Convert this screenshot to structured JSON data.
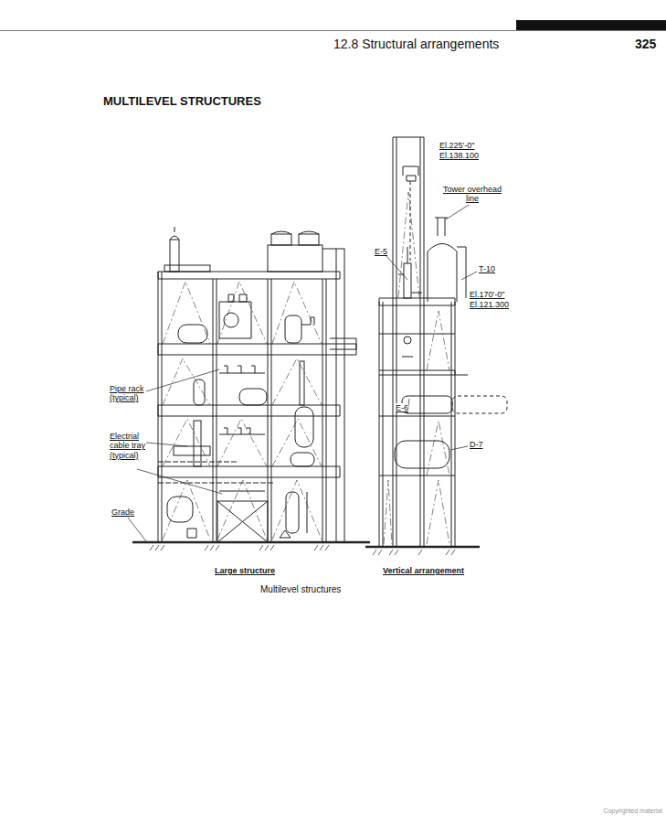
{
  "diagram": {
    "title": "MULTILEVEL STRUCTURES",
    "caption": "Multilevel structures",
    "labels": [
      "12.8 Structural arrangements",
      "325",
      "El.225'-0\"",
      "El.138.100",
      "Tower overhead line",
      "E-5",
      "T-10",
      "El.170'-0\"",
      "El.121.300",
      "E-6",
      "D-7",
      "Pipe rack (typical)",
      "Electrial cable tray (typical)",
      "Grade",
      "Large structure",
      "Vertical arrangement",
      "Copyrighted material"
    ]
  }
}
